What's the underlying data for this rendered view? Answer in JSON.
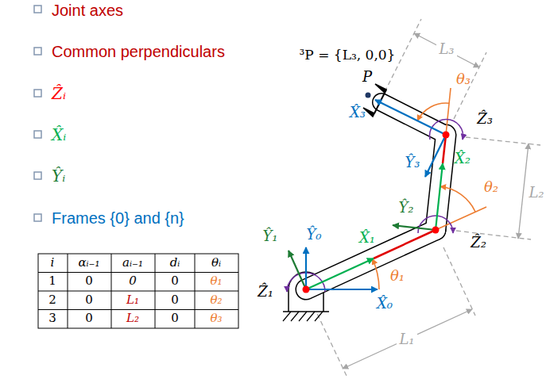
{
  "diagram": {
    "labels": [
      "Joint axes",
      "Common perpendiculars",
      "Ẑᵢ",
      "X̂ᵢ",
      "Ŷᵢ",
      "Frames {0} and {n}",
      "i",
      "αᵢ₋₁",
      "aᵢ₋₁",
      "dᵢ",
      "θᵢ",
      "1",
      "0",
      "0",
      "0",
      "θ₁",
      "2",
      "0",
      "L₁",
      "0",
      "θ₂",
      "3",
      "0",
      "L₂",
      "0",
      "θ₃",
      "³P = {L₃, 0,0}",
      "P",
      "X̂₃",
      "Ŷ₃",
      "θ₃",
      "Ẑ₃",
      "X̂₂",
      "Ŷ₂",
      "θ₂",
      "Ẑ₂",
      "Ŷ₁",
      "X̂₁",
      "Ŷ₀",
      "Ẑ₁",
      "θ₁",
      "X̂₀",
      "L₁",
      "L₂",
      "L₃"
    ]
  }
}
